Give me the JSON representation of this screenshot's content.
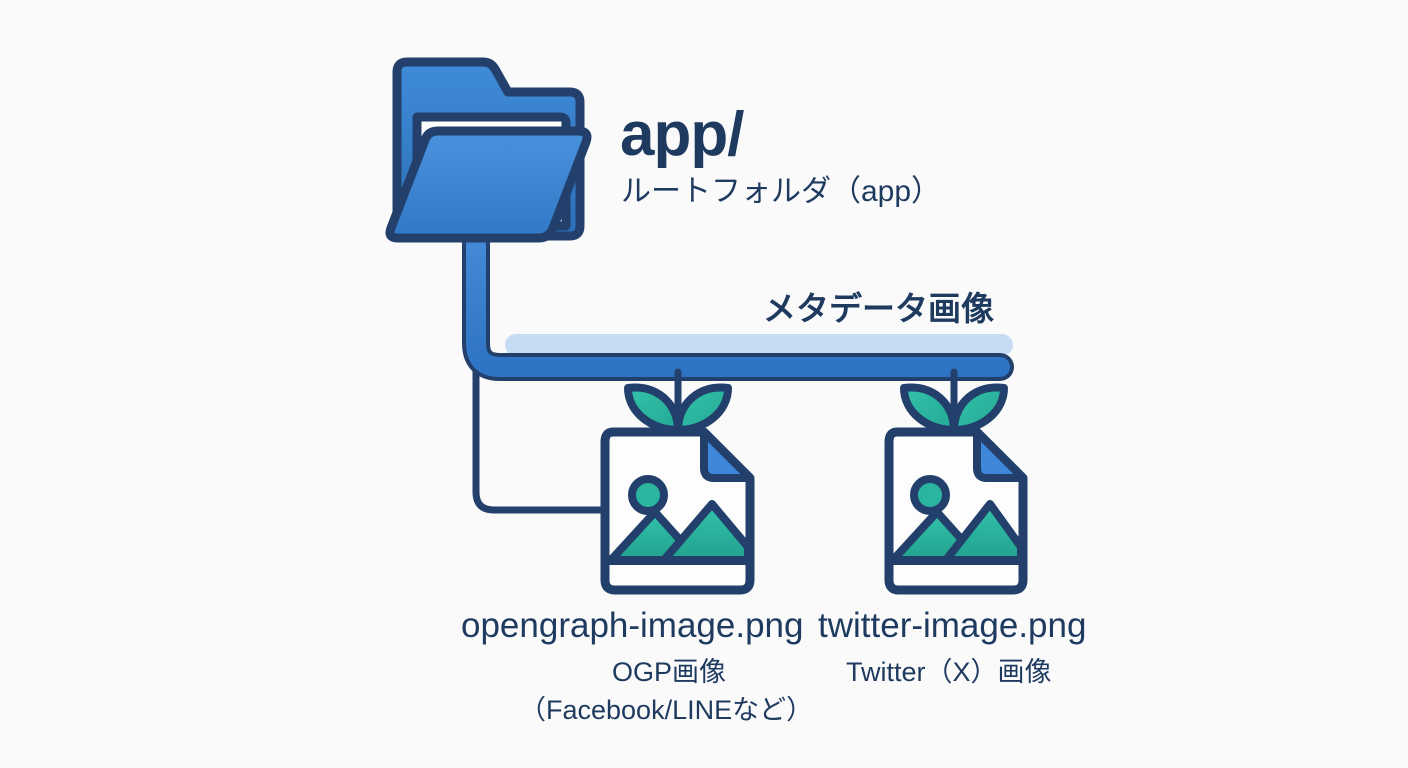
{
  "diagram": {
    "type": "folder-tree",
    "background_color": "#FAFAFB",
    "palette": {
      "folder_blue": "#3886D8",
      "folder_blue_dark": "#2E74BE",
      "outline_navy": "#1E3A5F",
      "connector_blue": "#3B82DA",
      "connector_highlight": "#C5DCF2",
      "image_teal": "#2BB5A0",
      "text_navy": "#1E3A5F",
      "paper_white": "#FDFDFD"
    },
    "root": {
      "icon": "open-folder-icon",
      "title": "app/",
      "subtitle": "ルートフォルダ（app）"
    },
    "group": {
      "label": "メタデータ画像"
    },
    "files": [
      {
        "icon": "image-file-icon",
        "name": "opengraph-image.png",
        "description_line_1": "OGP画像",
        "description_line_2": "（Facebook/LINEなど）"
      },
      {
        "icon": "image-file-icon",
        "name": "twitter-image.png",
        "description_line_1": "Twitter（X）画像",
        "description_line_2": ""
      }
    ]
  }
}
